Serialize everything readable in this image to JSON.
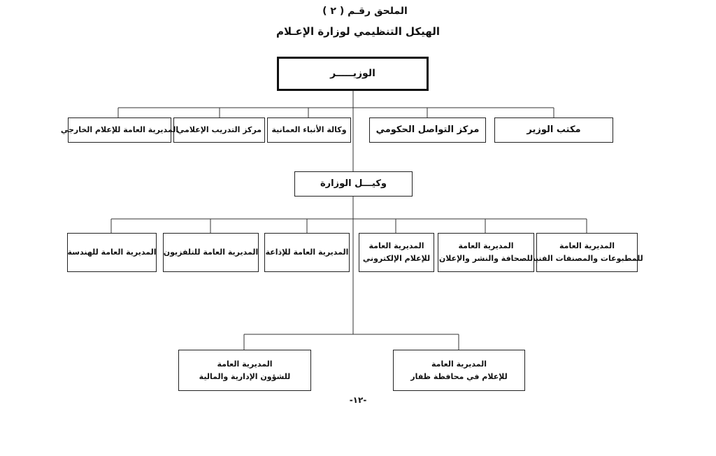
{
  "header": {
    "appendix": "الملحق رقـم ( ٢ )",
    "title": "الهيكل التنظيمي لوزارة الإعـلام"
  },
  "minister": "الوزيـــــر",
  "row1": [
    "مكتب الوزير",
    "مركز التواصل الحكومي",
    "وكالة الأنباء العمانية",
    "مركز التدريب الإعلامي",
    "المديرية العامة للإعلام الخارجي"
  ],
  "undersecretary": "وكيـــل الوزارة",
  "row2": [
    {
      "line1": "المديرية العامة",
      "line2": "للمطبوعات والمصنفات الفنية"
    },
    {
      "line1": "المديرية العامة",
      "line2": "للصحافة والنشر والإعلان"
    },
    {
      "line1": "المديرية العامة",
      "line2": "للإعلام الإلكتروني"
    },
    {
      "line1": "المديرية العامة للإذاعة"
    },
    {
      "line1": "المديرية العامة للتلفزيون"
    },
    {
      "line1": "المديرية العامة للهندسة"
    }
  ],
  "row3": [
    {
      "line1": "المديرية العامة",
      "line2": "للإعلام في محافظة ظفار"
    },
    {
      "line1": "المديرية العامة",
      "line2": "للشؤون الإدارية والمالية"
    }
  ],
  "page_number": "-١٢-"
}
